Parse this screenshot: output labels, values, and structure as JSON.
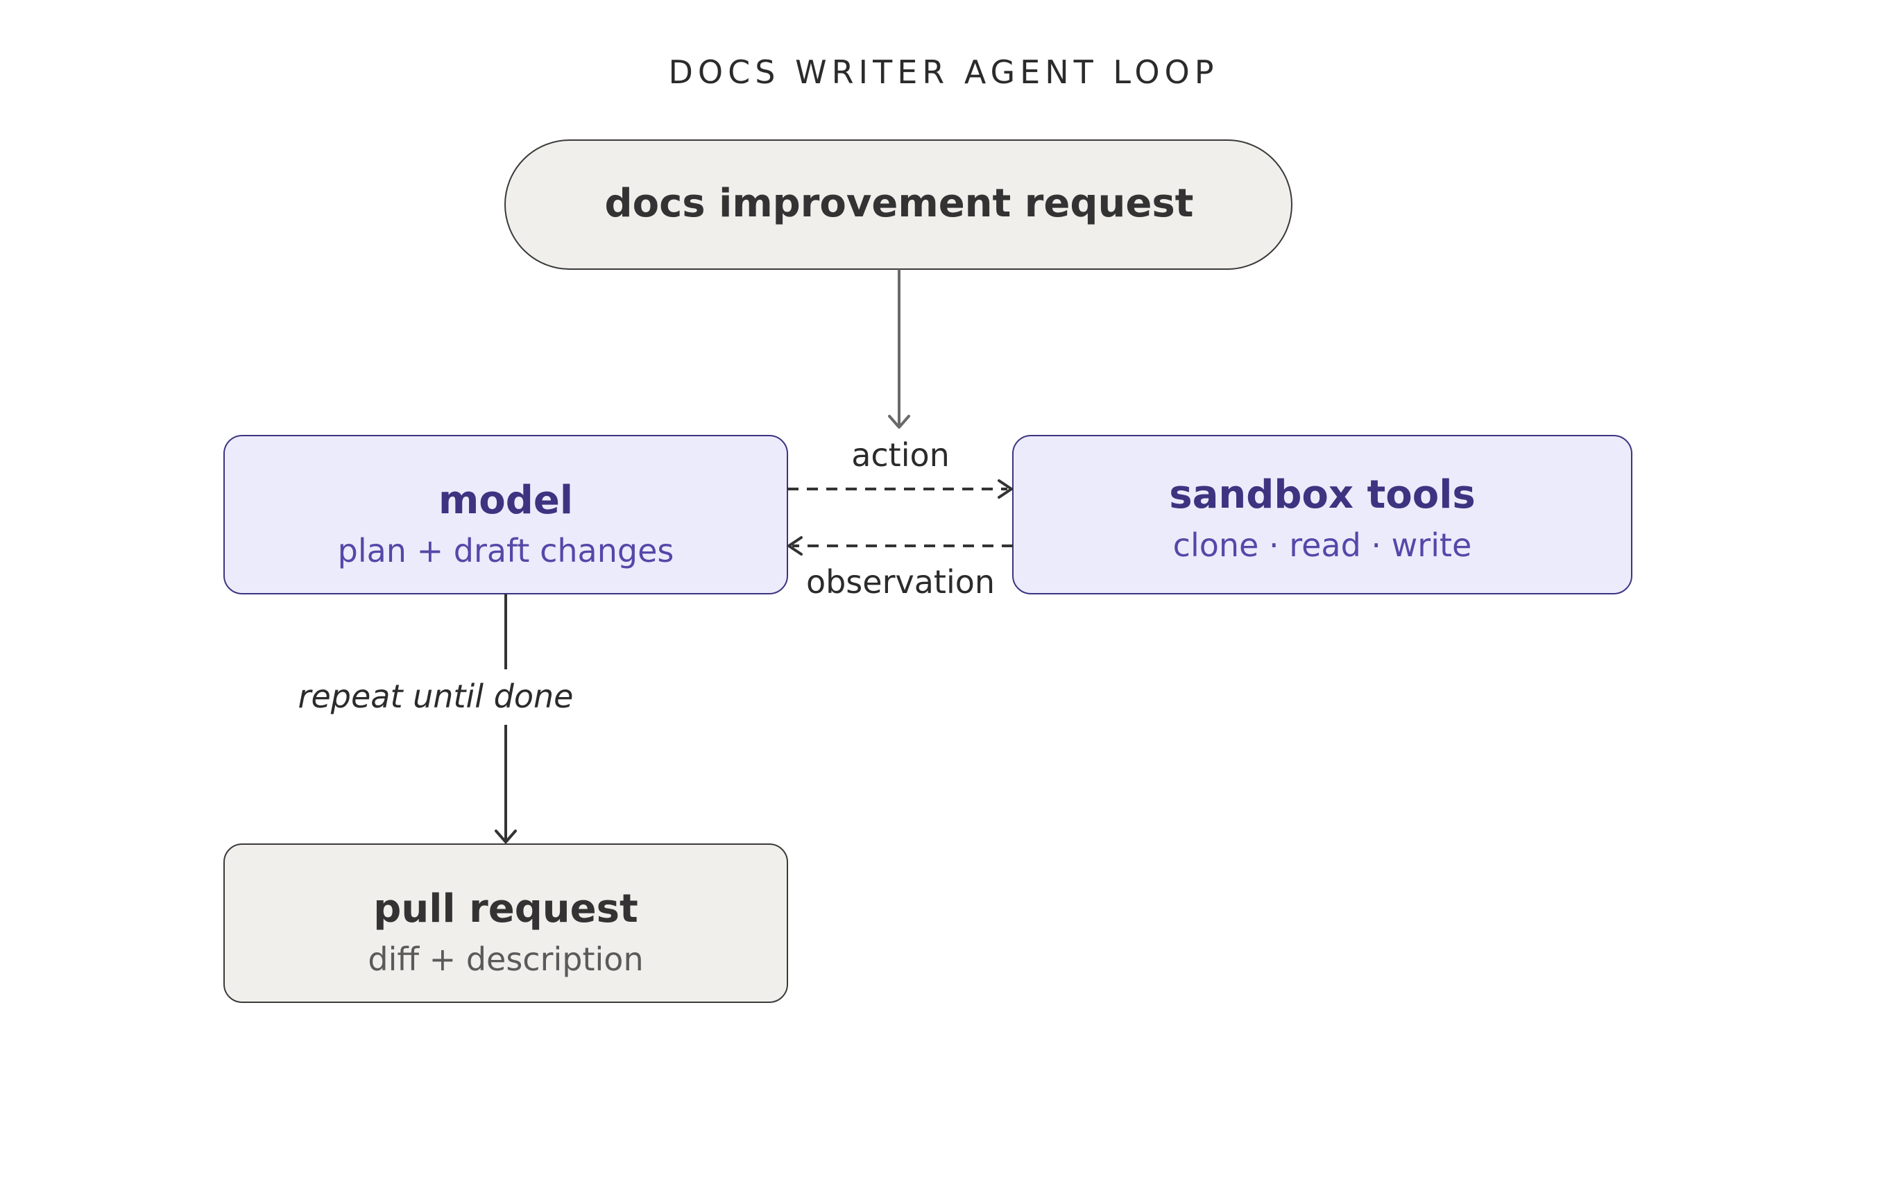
{
  "diagram": {
    "title": "DOCS WRITER AGENT LOOP",
    "nodes": {
      "request": {
        "title": "docs improvement request"
      },
      "model": {
        "title": "model",
        "subtitle": "plan + draft changes"
      },
      "sandbox": {
        "title": "sandbox tools",
        "subtitle": "clone · read · write"
      },
      "pull_request": {
        "title": "pull request",
        "subtitle": "diff + description"
      }
    },
    "edges": {
      "action": "action",
      "observation": "observation",
      "repeat": "repeat until done"
    }
  }
}
